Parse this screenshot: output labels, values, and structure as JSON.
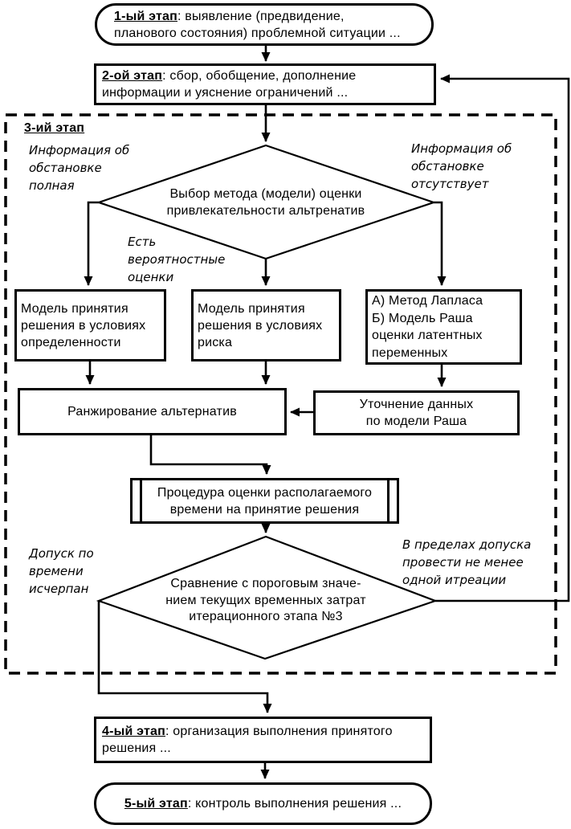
{
  "stages": {
    "stage1": {
      "prefix": "1-ый этап",
      "rest": ": выявление (предвидение,\nпланового состояния) проблемной ситуации ..."
    },
    "stage2": {
      "prefix": "2-ой этап",
      "rest": ": сбор, обобщение, дополнение\nинформации и уяснение ограничений ..."
    },
    "stage3_label": "3-ий этап",
    "stage4": {
      "prefix": "4-ый этап",
      "rest": ": организация выполнения принятого\nрешения ..."
    },
    "stage5": {
      "prefix": "5-ый этап",
      "rest": ": контроль выполнения решения ..."
    }
  },
  "decisions": {
    "method_choice": "Выбор метода (модели) оценки\nпривлекательности альтренатив",
    "time_comparison": "Сравнение с пороговым значе-\nнием текущих временных затрат\nитерационного этапа №3"
  },
  "process_boxes": {
    "certainty_model": "Модель принятия\nрешения в условиях\nопределенности",
    "risk_model": "Модель принятия\nрешения в условиях\nриска",
    "laplace_rasch": "А) Метод Лапласа\nБ) Модель Раша\nоценки латентных\nпеременных",
    "ranking": "Ранжирование альтернатив",
    "rasch_refinement": "Уточнение данных\nпо модели Раша",
    "time_procedure": "Процедура оценки располагаемого\nвремени на принятие решения"
  },
  "edge_labels": {
    "info_full": "Информация об\nобстановке\nполная",
    "info_absent": "Информация об\nобстановке\nотсутствует",
    "prob_estimates": "Есть\nвероятностные\nоценки",
    "time_exhausted": "Допуск по\nвремени\nисчерпан",
    "within_tolerance": "В пределах допуска\nпровести не менее\nодной итреации"
  },
  "colors": {
    "line": "#000000",
    "background": "#ffffff"
  }
}
